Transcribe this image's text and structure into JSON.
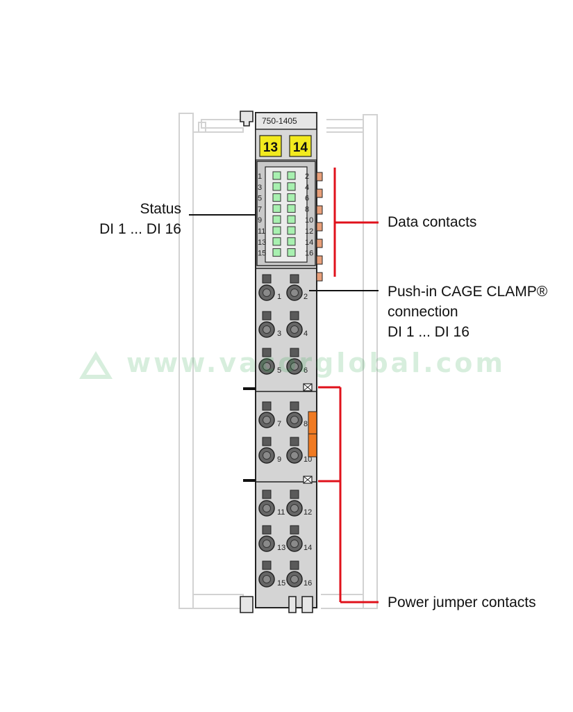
{
  "module": {
    "part_number": "750-1405",
    "markers": [
      "13",
      "14"
    ]
  },
  "led_block": {
    "left_numbers": [
      "1",
      "3",
      "5",
      "7",
      "9",
      "11",
      "13",
      "15"
    ],
    "right_numbers": [
      "2",
      "4",
      "6",
      "8",
      "10",
      "12",
      "14",
      "16"
    ]
  },
  "terminal_blocks": {
    "top": [
      [
        "1",
        "2"
      ],
      [
        "3",
        "4"
      ],
      [
        "5",
        "6"
      ]
    ],
    "middle": [
      [
        "7",
        "8"
      ],
      [
        "9",
        "10"
      ]
    ],
    "bottom": [
      [
        "11",
        "12"
      ],
      [
        "13",
        "14"
      ],
      [
        "15",
        "16"
      ]
    ]
  },
  "labels": {
    "status_line1": "Status",
    "status_line2": "DI 1 ... DI 16",
    "data_contacts": "Data contacts",
    "pushin_line1": "Push-in CAGE CLAMP®",
    "pushin_line2": "connection",
    "pushin_line3": "DI 1 ... DI 16",
    "power_jumper": "Power jumper contacts"
  },
  "watermark": "www.vacorglobal.com",
  "colors": {
    "module_body": "#d4d4d4",
    "outline": "#222222",
    "marker_yellow": "#f2ea1e",
    "led_green": "#a8f0b0",
    "contact_orange": "#e9a07a",
    "jumper_orange": "#f07a22",
    "callout_red": "#e0111b",
    "ghost_outline": "#d2d2d2"
  }
}
